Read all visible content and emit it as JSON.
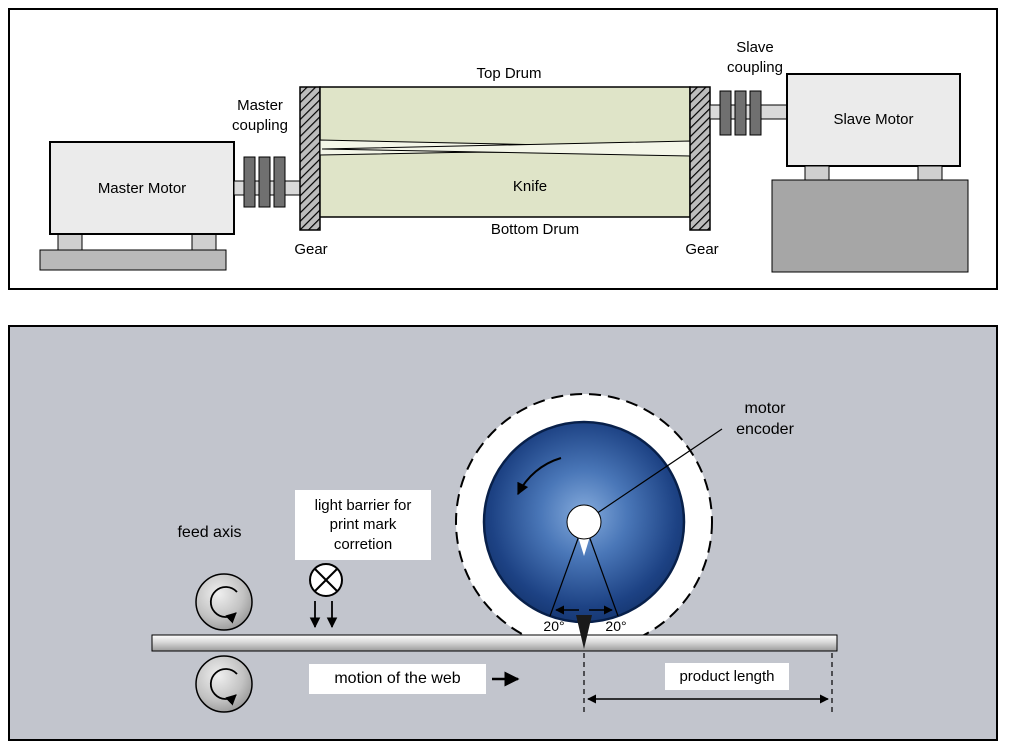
{
  "top_panel": {
    "master_motor": "Master Motor",
    "master_coupling": "Master\ncoupling",
    "gear_left": "Gear",
    "top_drum": "Top Drum",
    "knife": "Knife",
    "bottom_drum": "Bottom Drum",
    "gear_right": "Gear",
    "slave_coupling": "Slave\ncoupling",
    "slave_motor": "Slave Motor"
  },
  "bottom_panel": {
    "motor_encoder": "motor\nencoder",
    "feed_axis": "feed axis",
    "light_barrier": "light barrier for\nprint mark\ncorretion",
    "angle_left": "20°",
    "angle_right": "20°",
    "motion_of_web": "motion of the web",
    "product_length": "product length"
  },
  "colors": {
    "panel_bg": "#c2c5cd",
    "drum_fill": "#dfe4c8",
    "motor_fill": "#ebebeb",
    "coupling_fill": "#707070",
    "blue_drum_center": "#85abdc",
    "blue_drum_edge": "#102e63",
    "master_base": "#b9b9b9",
    "slave_base": "#a6a6a6"
  }
}
